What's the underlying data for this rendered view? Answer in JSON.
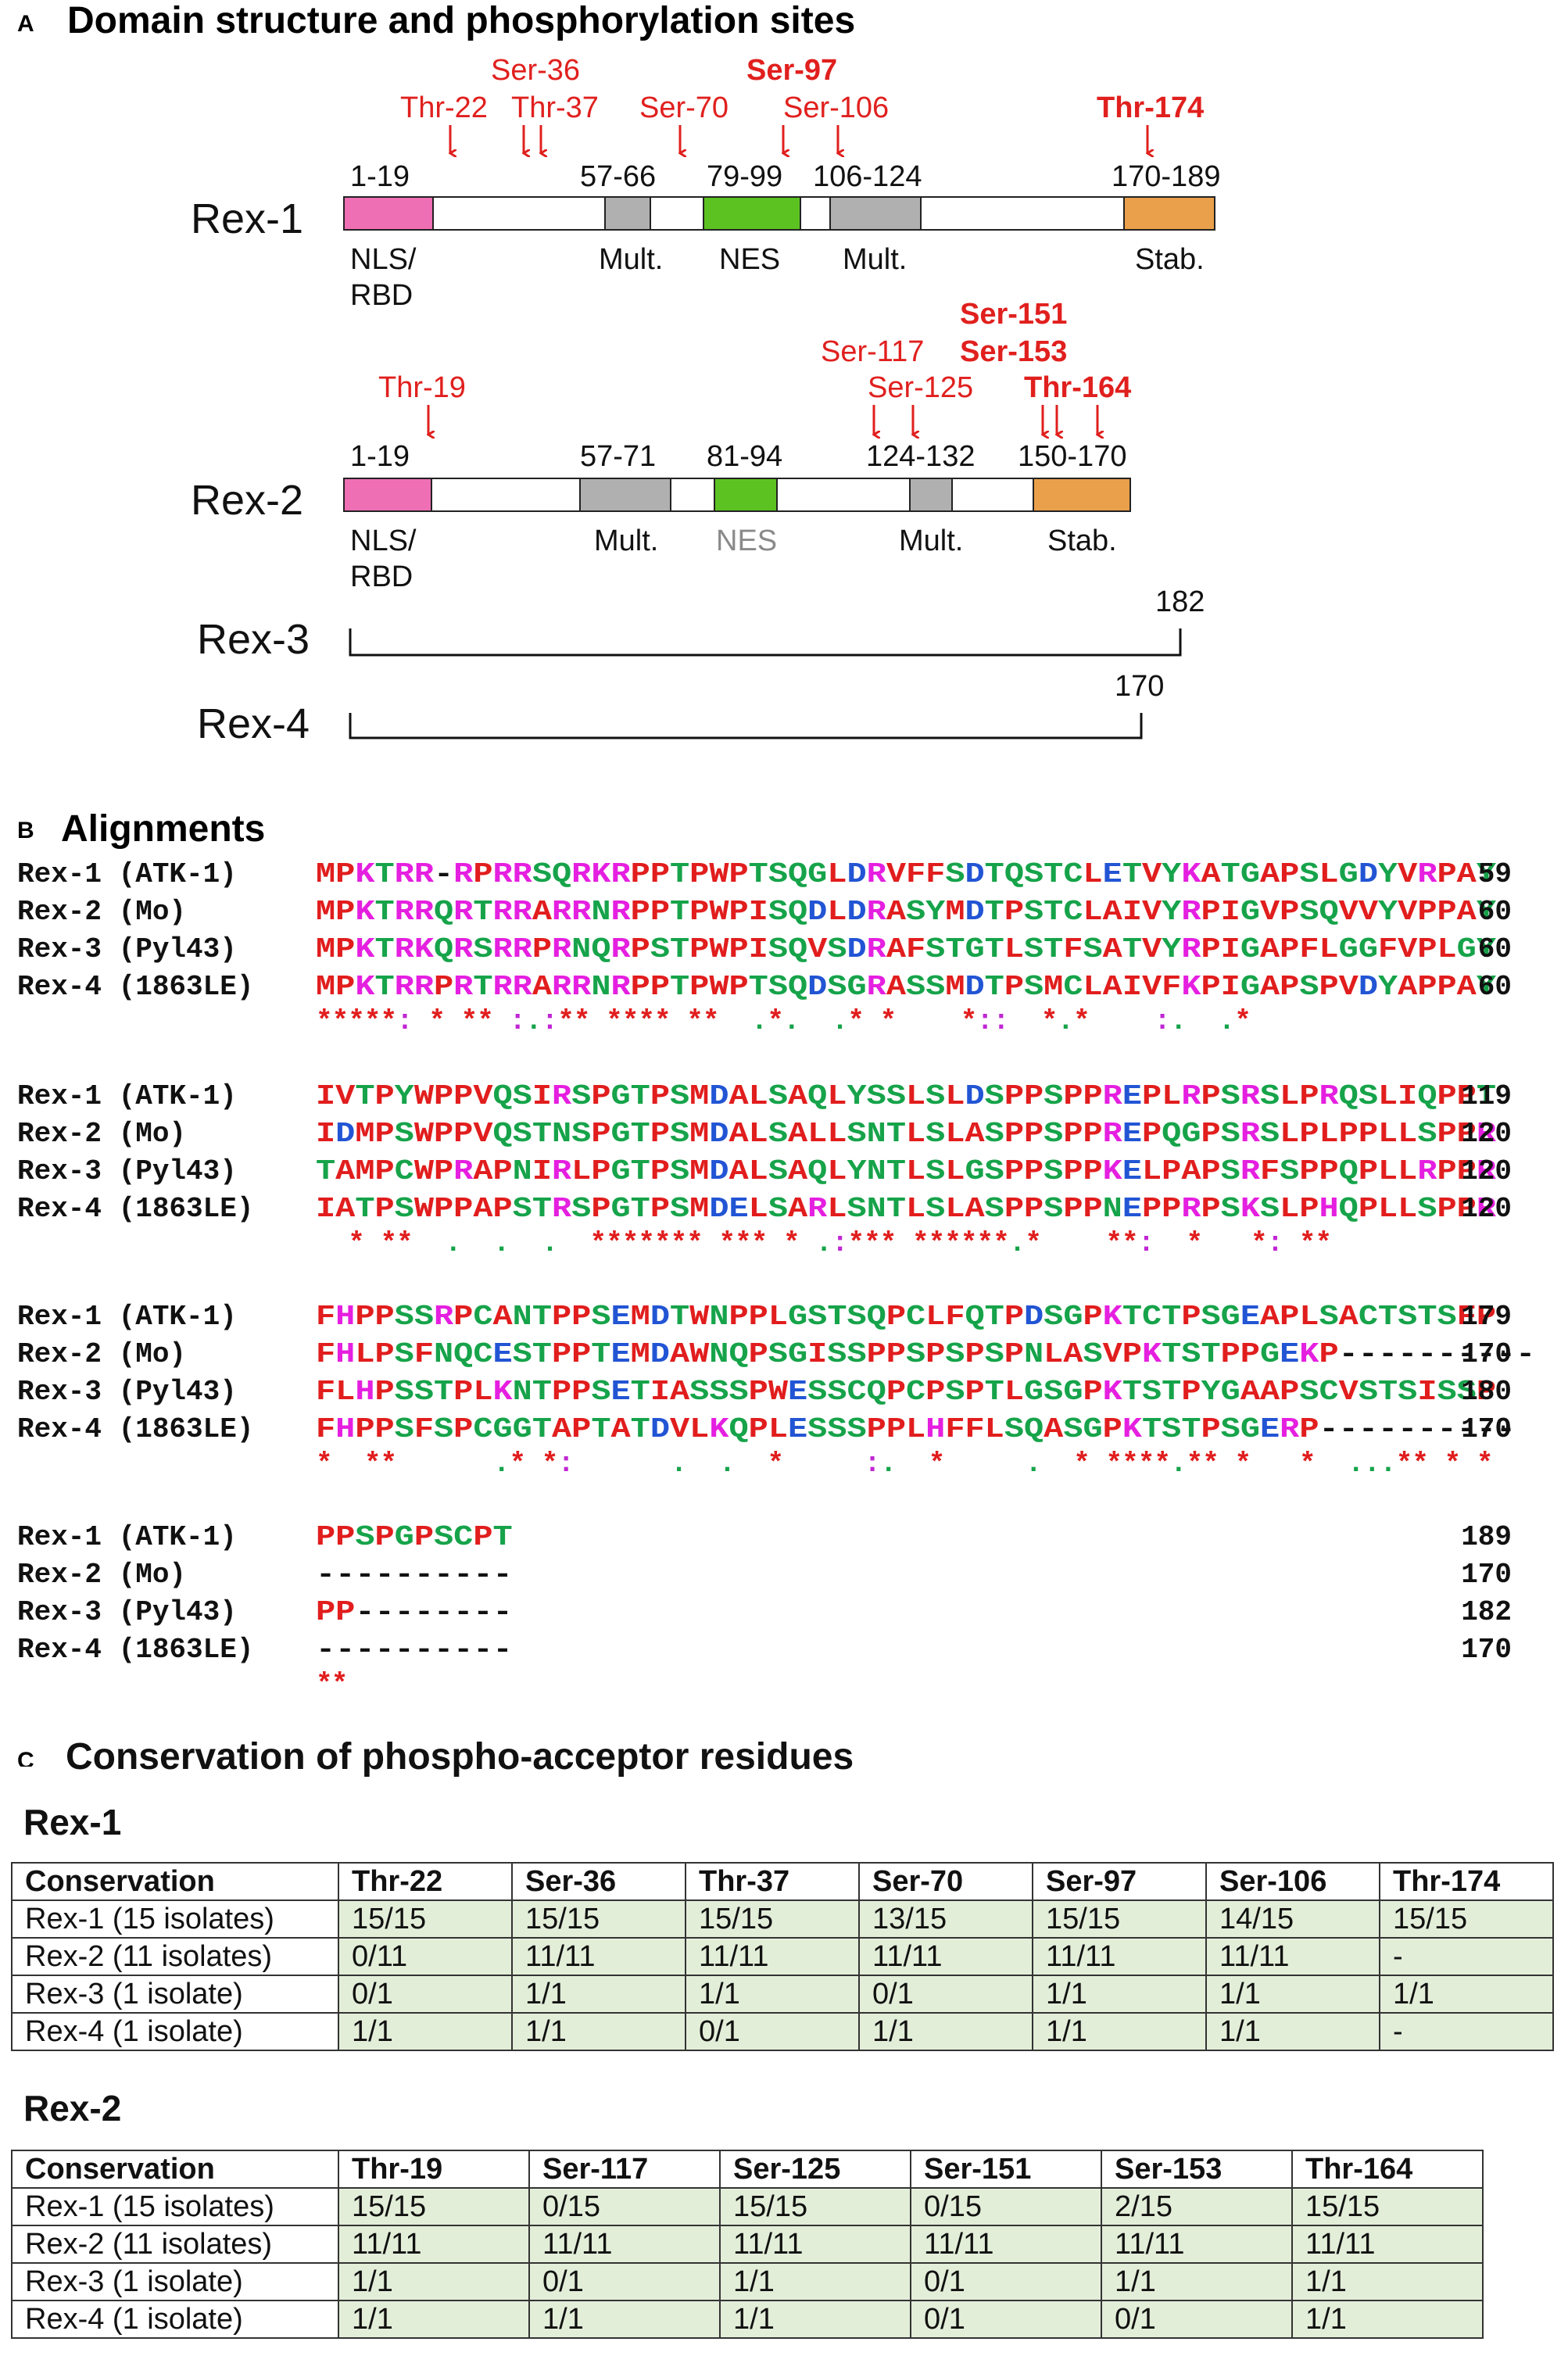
{
  "panelA": {
    "letter": "A",
    "title": "Domain structure and phosphorylation sites",
    "rex1": {
      "name": "Rex-1",
      "sites": [
        {
          "label": "Thr-22",
          "bold": false
        },
        {
          "label": "Ser-36",
          "bold": false
        },
        {
          "label": "Thr-37",
          "bold": false
        },
        {
          "label": "Ser-70",
          "bold": false
        },
        {
          "label": "Ser-97",
          "bold": true
        },
        {
          "label": "Ser-106",
          "bold": false
        },
        {
          "label": "Thr-174",
          "bold": true
        }
      ],
      "domains": [
        {
          "range": "1-19",
          "name1": "NLS/",
          "name2": "RBD",
          "color": "#ee6fb4"
        },
        {
          "range": "57-66",
          "name1": "Mult.",
          "name2": "",
          "color": "#b0b0b0"
        },
        {
          "range": "79-99",
          "name1": "NES",
          "name2": "",
          "color": "#5cc222"
        },
        {
          "range": "106-124",
          "name1": "Mult.",
          "name2": "",
          "color": "#b0b0b0"
        },
        {
          "range": "170-189",
          "name1": "Stab.",
          "name2": "",
          "color": "#eaa04a"
        }
      ]
    },
    "rex2": {
      "name": "Rex-2",
      "sites": [
        {
          "label": "Thr-19",
          "bold": false
        },
        {
          "label": "Ser-117",
          "bold": false
        },
        {
          "label": "Ser-125",
          "bold": false
        },
        {
          "label": "Ser-151",
          "bold": true
        },
        {
          "label": "Ser-153",
          "bold": true
        },
        {
          "label": "Thr-164",
          "bold": true
        }
      ],
      "domains": [
        {
          "range": "1-19",
          "name1": "NLS/",
          "name2": "RBD",
          "color": "#ee6fb4"
        },
        {
          "range": "57-71",
          "name1": "Mult.",
          "name2": "",
          "color": "#b0b0b0"
        },
        {
          "range": "81-94",
          "name1": "NES",
          "name2": "",
          "color": "#5cc222"
        },
        {
          "range": "124-132",
          "name1": "Mult.",
          "name2": "",
          "color": "#b0b0b0"
        },
        {
          "range": "150-170",
          "name1": "Stab.",
          "name2": "",
          "color": "#eaa04a"
        }
      ]
    },
    "rex3": {
      "name": "Rex-3",
      "length": "182"
    },
    "rex4": {
      "name": "Rex-4",
      "length": "170"
    },
    "colors": {
      "site": "#e0201e",
      "nes_gray_label": "#8a8a8a"
    }
  },
  "panelB": {
    "letter": "B",
    "title": "Alignments",
    "blocks": [
      {
        "rows": [
          {
            "name": "Rex-1 (ATK-1)",
            "seq": "MPKTRR-RPRRSQRKRPPTPWPTSQGLDRVFFSDTQSTCLETVYKATGAPSLGDYVRPAY",
            "end": "59"
          },
          {
            "name": "Rex-2 (Mo)",
            "seq": "MPKTRRQRTRRARRNRPPTPWPISQDLDRASYMDTPSTCLAIVYRPIGVPSQVVYVPPAY",
            "end": "60"
          },
          {
            "name": "Rex-3 (Pyl43)",
            "seq": "MPKTRKQRSRRPRNQRPSTPWPISQVSDRAFSTGTLSTFSATVYRPIGAPFLGGFVPLGY",
            "end": "60"
          },
          {
            "name": "Rex-4 (1863LE)",
            "seq": "MPKTRRPRTRRARRNRPPTPWPTSQDSGRASSMDTPSMCLAIVFKPIGAPSPVDYAPPAY",
            "end": "60"
          }
        ],
        "consensus": "*****: * ** :.:** **** **  .*.  .* *    *::  *.*    :.  .*"
      },
      {
        "rows": [
          {
            "name": "Rex-1 (ATK-1)",
            "seq": "IVTPYWPPVQSIRSPGTPSMDALSAQLYSSLSLDSPPSPPREPLRPSRSLPRQSLIQPPT",
            "end": "119"
          },
          {
            "name": "Rex-2 (Mo)",
            "seq": "IDMPSWPPVQSTNSPGTPSMDALSALLSNTLSLASPPSPPREPQGPSRSLPLPPLLSPPR",
            "end": "120"
          },
          {
            "name": "Rex-3 (Pyl43)",
            "seq": "TAMPCWPRAPNIRLPGTPSMDALSAQLYNTLSLGSPPSPPKELPAPSRFSPPQPLLRPPR",
            "end": "120"
          },
          {
            "name": "Rex-4 (1863LE)",
            "seq": "IATPSWPPAPSTRSPGTPSMDELSARLSNTLSLASPPSPPNEPPRPSKSLPHQPLLSPPR",
            "end": "120"
          }
        ],
        "consensus": "  * **  .  .  .  ******* *** * .:*** ******.*    **:  *   *: **"
      },
      {
        "rows": [
          {
            "name": "Rex-1 (ATK-1)",
            "seq": "FHPPSSRPCANTPPSEMDTWNPPLGSTSQPCLFQTPDSGPKTCTPSGEAPLSACTSTSFP",
            "end": "179"
          },
          {
            "name": "Rex-2 (Mo)",
            "seq": "FHLPSFNQCESTPPTEMDAWNQPSGISSPPSPSPSPNLASVPKTSTPPGEKP----------",
            "end": "170"
          },
          {
            "name": "Rex-3 (Pyl43)",
            "seq": "FLHPSSTPLKNTPPSETIASSSPWESSCQPCPSPTLGSGPKTSTPYGAAPSCVSTSISSP",
            "end": "180"
          },
          {
            "name": "Rex-4 (1863LE)",
            "seq": "FHPPSFSPCGGTAPTATDVLKQPLESSSPPLHFFLSQASGPKTSTPSGERP----------",
            "end": "170"
          }
        ],
        "consensus": "*  **      .* *:      .  .  *     :.  *     .  * ****.** *   *  ...** * *"
      },
      {
        "rows": [
          {
            "name": "Rex-1 (ATK-1)",
            "seq": "PPSPGPSCPT",
            "end": "189"
          },
          {
            "name": "Rex-2 (Mo)",
            "seq": "----------",
            "end": "170"
          },
          {
            "name": "Rex-3 (Pyl43)",
            "seq": "PP--------",
            "end": "182"
          },
          {
            "name": "Rex-4 (1863LE)",
            "seq": "----------",
            "end": "170"
          }
        ],
        "consensus": "**"
      }
    ],
    "residue_colors": {
      "basic": "#e51fe0",
      "acidic": "#2255d4",
      "polar": "#16a34a",
      "hydrophobic": "#e11d1d",
      "gap": "#111111"
    }
  },
  "panelC": {
    "letter": "C",
    "title": "Conservation of phospho-acceptor residues",
    "table1": {
      "title": "Rex-1",
      "header": [
        "Conservation",
        "Thr-22",
        "Ser-36",
        "Thr-37",
        "Ser-70",
        "Ser-97",
        "Ser-106",
        "Thr-174"
      ],
      "rows": [
        [
          "Rex-1 (15 isolates)",
          "15/15",
          "15/15",
          "15/15",
          "13/15",
          "15/15",
          "14/15",
          "15/15"
        ],
        [
          "Rex-2 (11 isolates)",
          "0/11",
          "11/11",
          "11/11",
          "11/11",
          "11/11",
          "11/11",
          "-"
        ],
        [
          "Rex-3  (1 isolate)",
          "0/1",
          "1/1",
          "1/1",
          "0/1",
          "1/1",
          "1/1",
          "1/1"
        ],
        [
          "Rex-4 (1 isolate)",
          "1/1",
          "1/1",
          "0/1",
          "1/1",
          "1/1",
          "1/1",
          "-"
        ]
      ]
    },
    "table2": {
      "title": "Rex-2",
      "header": [
        "Conservation",
        "Thr-19",
        "Ser-117",
        "Ser-125",
        "Ser-151",
        "Ser-153",
        "Thr-164"
      ],
      "rows": [
        [
          "Rex-1 (15 isolates)",
          "15/15",
          "0/15",
          "15/15",
          "0/15",
          "2/15",
          "15/15"
        ],
        [
          "Rex-2 (11 isolates)",
          "11/11",
          "11/11",
          "11/11",
          "11/11",
          "11/11",
          "11/11"
        ],
        [
          "Rex-3  (1 isolate)",
          "1/1",
          "0/1",
          "1/1",
          "0/1",
          "1/1",
          "1/1"
        ],
        [
          "Rex-4 (1 isolate)",
          "1/1",
          "1/1",
          "1/1",
          "0/1",
          "0/1",
          "1/1"
        ]
      ]
    }
  }
}
